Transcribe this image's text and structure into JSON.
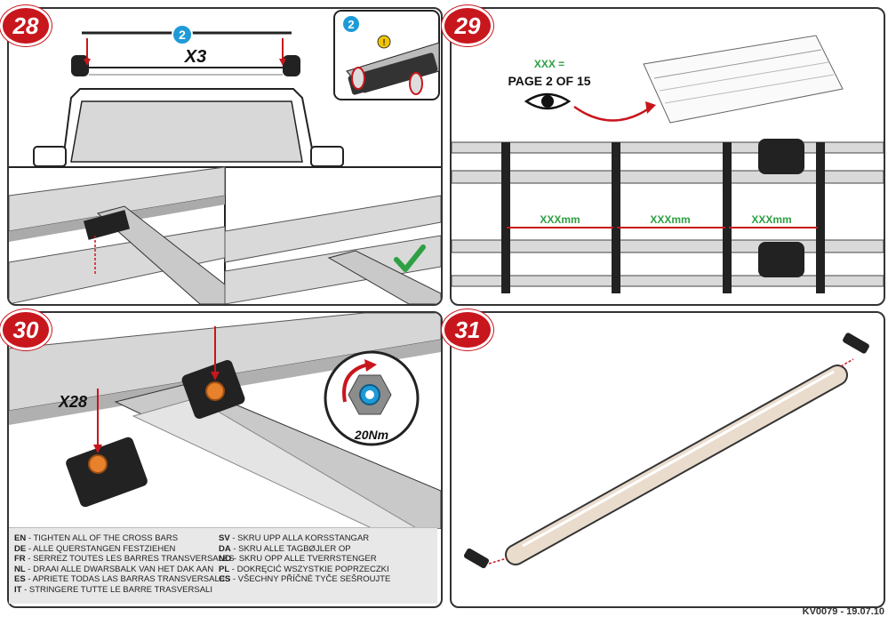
{
  "steps": {
    "s28": {
      "number": "28",
      "callout": "2",
      "qty": "X3"
    },
    "s29": {
      "number": "29",
      "ref_label": "XXX =",
      "page_ref": "PAGE 2 OF 15",
      "spacing": [
        "XXXmm",
        "XXXmm",
        "XXXmm"
      ]
    },
    "s30": {
      "number": "30",
      "qty": "X28",
      "torque": "20Nm"
    },
    "s31": {
      "number": "31"
    }
  },
  "instructions": {
    "left": [
      {
        "code": "EN",
        "text": " - TIGHTEN ALL OF THE CROSS BARS"
      },
      {
        "code": "DE",
        "text": " - ALLE QUERSTANGEN FESTZIEHEN"
      },
      {
        "code": "FR",
        "text": " - SERREZ TOUTES LES BARRES TRANSVERSALES"
      },
      {
        "code": "NL",
        "text": " - DRAAI ALLE DWARSBALK VAN HET DAK AAN"
      },
      {
        "code": "ES",
        "text": " - APRIETE TODAS LAS BARRAS TRANSVERSALES"
      },
      {
        "code": "IT",
        "text": " - STRINGERE TUTTE LE BARRE TRASVERSALI"
      }
    ],
    "right": [
      {
        "code": "SV",
        "text": " - SKRU UPP ALLA KORSSTANGAR"
      },
      {
        "code": "DA",
        "text": " - SKRU ALLE TAGBØJLER OP"
      },
      {
        "code": "NO",
        "text": " - SKRU OPP ALLE TVERRSTENGER"
      },
      {
        "code": "PL",
        "text": " - DOKRĘCIĆ WSZYSTKIE POPRZECZKI"
      },
      {
        "code": "CS",
        "text": " - VŠECHNY PŘÍČNÉ TYČE SEŠROUJTE"
      }
    ]
  },
  "footer": "KV0079 - 19.07.10",
  "colors": {
    "step_red": "#c8161d",
    "callout_blue": "#1e9bd7",
    "green": "#2ea043",
    "warning_yellow": "#f2c500"
  }
}
